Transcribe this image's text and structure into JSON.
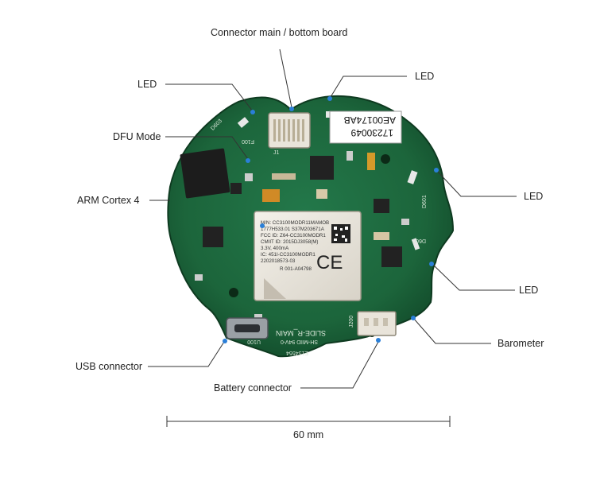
{
  "labels": {
    "connector_main": "Connector main / bottom board",
    "led_top_left": "LED",
    "led_top_right": "LED",
    "dfu_mode": "DFU Mode",
    "arm_cortex": "ARM Cortex 4",
    "led_right_upper": "LED",
    "led_right_lower": "LED",
    "barometer": "Barometer",
    "usb_connector": "USB connector",
    "battery_connector": "Battery connector",
    "scale": "60 mm"
  },
  "board_text": {
    "serial_line1": "17230049",
    "serial_line2": "AE00174AB",
    "module_line1": "M/N: CC3100MODR11MAMOB",
    "module_line2": "1777H533.01 S37M203671A",
    "module_line3": "FCC ID: Z64-CC3100MODR1",
    "module_line4": "CMIIT ID: 2015DJ3058(M)",
    "module_line5": "3.3V, 400mA",
    "module_line6": "IC: 451I-CC3100MODR1",
    "module_line7": "2202018573-03",
    "module_line8": "R 001-A04798",
    "ce_mark": "CE",
    "silk_main": "SLIDE-R_MAIN",
    "silk_part": "E154554",
    "silk_rating": "SH-MIID 94V-0",
    "silk_d603": "D603",
    "silk_d601": "D601",
    "silk_d600": "D600",
    "silk_f100": "F100",
    "silk_u100": "U100",
    "silk_j200": "J200",
    "silk_j1": "J1"
  },
  "colors": {
    "pcb": "#1e6a3e",
    "pcb_dark": "#144d2c",
    "marker": "#2a7fd8",
    "leader": "#333333"
  }
}
